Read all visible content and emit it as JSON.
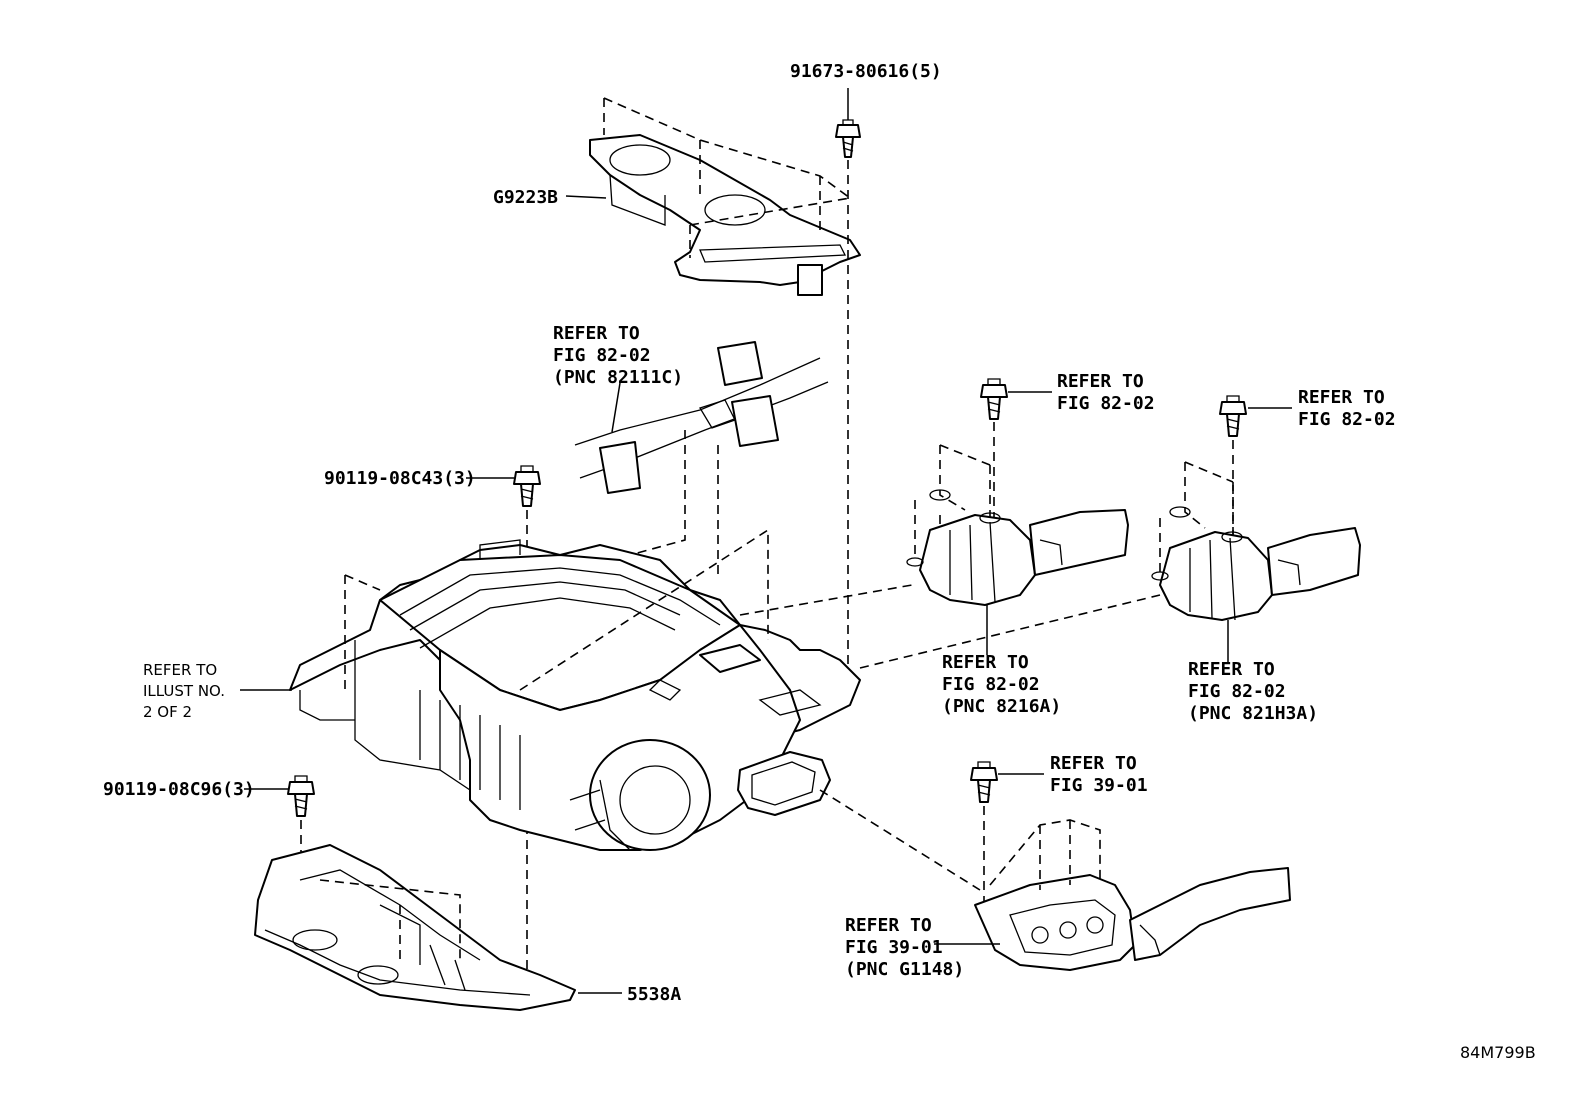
{
  "diagram_code": "84M799B",
  "labels": {
    "bolt_top": "91673-80616(5)",
    "part_top": "G9223B",
    "refer_82111c": [
      "REFER TO",
      "FIG 82-02",
      "(PNC 82111C)"
    ],
    "bolt_c43": "90119-08C43(3)",
    "refer_illust": [
      "REFER TO",
      "ILLUST NO.",
      "2 OF 2"
    ],
    "bolt_c96": "90119-08C96(3)",
    "part_bottom": "5538A",
    "refer_bolt_mid": [
      "REFER TO",
      "FIG 82-02"
    ],
    "refer_bolt_right": [
      "REFER TO",
      "FIG 82-02"
    ],
    "refer_8216a": [
      "REFER TO",
      "FIG 82-02",
      "(PNC 8216A)"
    ],
    "refer_821h3a": [
      "REFER TO",
      "FIG 82-02",
      "(PNC 821H3A)"
    ],
    "refer_bolt_3901": [
      "REFER TO",
      "FIG 39-01"
    ],
    "refer_g1148": [
      "REFER TO",
      "FIG 39-01",
      "(PNC G1148)"
    ]
  }
}
